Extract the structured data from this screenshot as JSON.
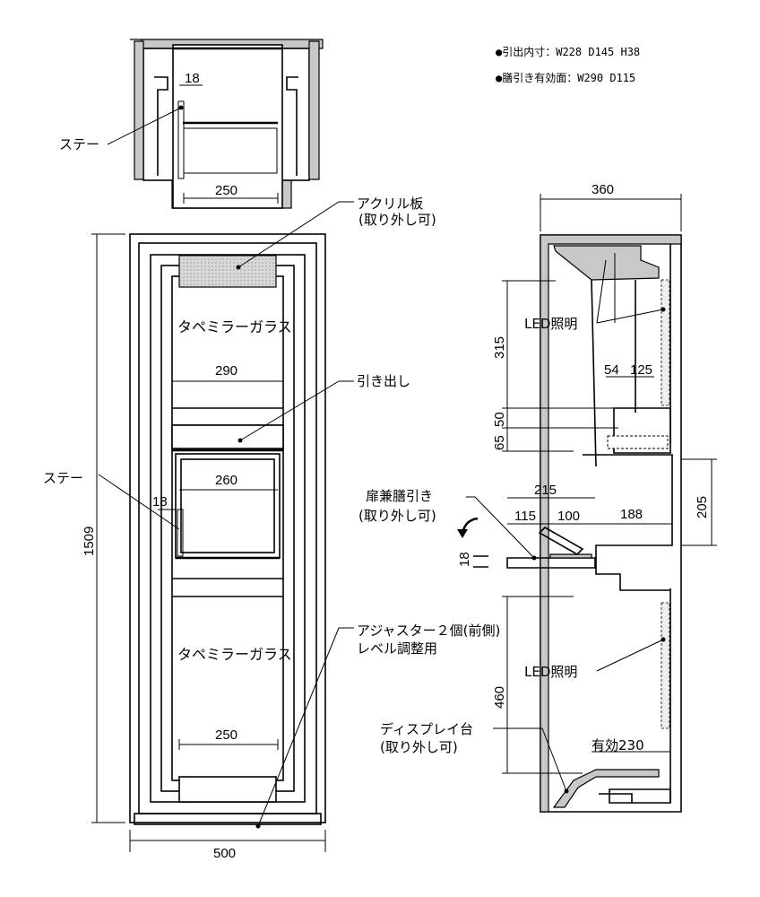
{
  "specs": {
    "drawer_inner": "●引出内寸：W228 D145 H38",
    "tray_area": "●膳引き有効面：W290 D115"
  },
  "top_detail": {
    "dim_18": "18",
    "dim_250": "250",
    "stay_label": "ステー"
  },
  "front": {
    "acrylic_label": "アクリル板",
    "acrylic_sub": "(取り外し可)",
    "glass_top": "タペミラーガラス",
    "dim_290": "290",
    "drawer_label": "引き出し",
    "dim_260": "260",
    "stay_label": "ステー",
    "dim_18": "18",
    "height": "1509",
    "glass_bottom": "タペミラーガラス",
    "dim_250": "250",
    "adjuster_label": "アジャスター２個(前側)",
    "adjuster_sub": "レベル調整用",
    "width": "500"
  },
  "side": {
    "depth": "360",
    "led_top": "LED照明",
    "dim_315": "315",
    "dim_54": "54",
    "dim_125": "125",
    "dim_65": "65",
    "dim_50": "50",
    "door_label": "扉兼膳引き",
    "door_sub": "(取り外し可)",
    "dim_215": "215",
    "dim_115": "115",
    "dim_100": "100",
    "dim_188": "188",
    "dim_205": "205",
    "dim_18": "18",
    "led_bottom": "LED照明",
    "dim_460": "460",
    "display_label": "ディスプレイ台",
    "display_sub": "(取り外し可)",
    "effective": "有効230"
  },
  "colors": {
    "line": "#000000",
    "fill_grey": "#c8c8c8",
    "background": "#ffffff"
  }
}
